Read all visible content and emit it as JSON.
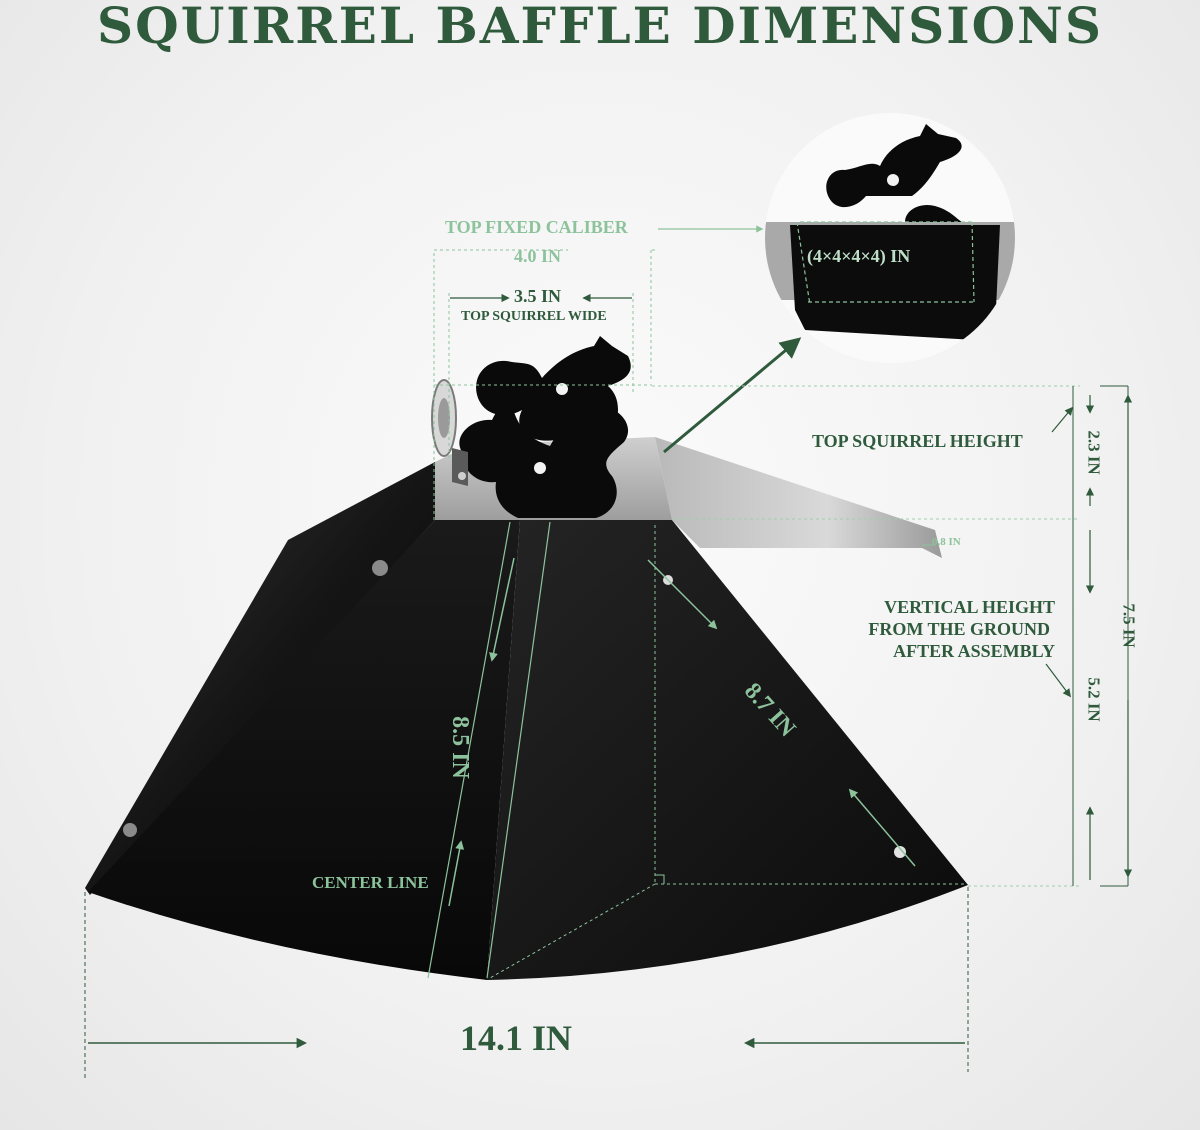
{
  "title": "SQUIRREL BAFFLE DIMENSIONS",
  "labels": {
    "top_fixed_caliber": "TOP FIXED CALIBER",
    "caliber_value": "4.0 IN",
    "top_squirrel_wide_value": "3.5 IN",
    "top_squirrel_wide": "TOP SQUIRREL WIDE",
    "inset_dimensions": "(4×4×4×4) IN",
    "top_squirrel_height": "TOP SQUIRREL HEIGHT",
    "squirrel_height_value": "2.3 IN",
    "flange_value": "0.8 IN",
    "total_height_value": "7.5 IN",
    "vertical_height_line1": "VERTICAL HEIGHT",
    "vertical_height_line2": "FROM THE GROUND",
    "vertical_height_line3": "AFTER ASSEMBLY",
    "vertical_height_value": "5.2 IN",
    "front_slant_value": "8.5 IN",
    "side_slant_value": "8.7 IN",
    "center_line": "CENTER LINE",
    "bottom_width_value": "14.1 IN"
  },
  "colors": {
    "title_green": "#2f5a3c",
    "light_green": "#8cc39c",
    "baffle_black": "#0d0d0d"
  },
  "icons": [
    "squirrel-silhouette-icon",
    "arrow-icon"
  ]
}
